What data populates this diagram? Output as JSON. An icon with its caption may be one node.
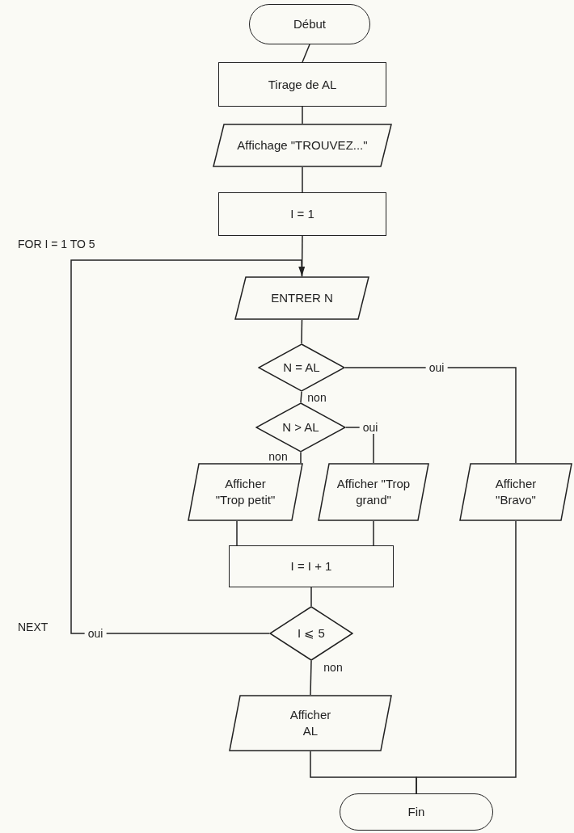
{
  "diagram": {
    "nodes": [
      {
        "text": [
          "Début"
        ]
      },
      {
        "text": [
          "Tirage de AL"
        ]
      },
      {
        "text": [
          "Affichage \"TROUVEZ...\""
        ]
      },
      {
        "text": [
          "I = 1"
        ]
      },
      {
        "text": [
          "ENTRER N"
        ]
      },
      {
        "text": [
          "N = AL"
        ]
      },
      {
        "text": [
          "N > AL"
        ]
      },
      {
        "text": [
          "Afficher \"Trop petit\""
        ]
      },
      {
        "text": [
          "Afficher \"Trop grand\""
        ]
      },
      {
        "text": [
          "Afficher \"Bravo\""
        ]
      },
      {
        "text": [
          "I = I + 1"
        ]
      },
      {
        "text": [
          "I ⩽ 5"
        ]
      },
      {
        "text": [
          "Afficher AL"
        ]
      },
      {
        "text": [
          "Fin"
        ]
      }
    ],
    "edges": [
      {
        "from": 0,
        "to": 1,
        "arrow": "none"
      },
      {
        "from": 1,
        "to": 2,
        "arrow": "none"
      },
      {
        "from": 2,
        "to": 3,
        "arrow": "none"
      },
      {
        "from": 3,
        "to": 4,
        "arrow": "none"
      },
      {
        "from": 4,
        "to": 5,
        "arrow": "none"
      },
      {
        "from": 5,
        "to": 9,
        "arrow": "none",
        "label": "oui"
      },
      {
        "from": 5,
        "to": 6,
        "arrow": "none",
        "label": "non"
      },
      {
        "from": 6,
        "to": 8,
        "arrow": "none",
        "label": "oui"
      },
      {
        "from": 6,
        "to": 7,
        "arrow": "none",
        "label": "non"
      },
      {
        "from": 7,
        "to": 10,
        "arrow": "none"
      },
      {
        "from": 8,
        "to": 10,
        "arrow": "none"
      },
      {
        "from": 10,
        "to": 11,
        "arrow": "none"
      },
      {
        "from": 11,
        "to": 4,
        "arrow": "to",
        "label": "oui"
      },
      {
        "from": 11,
        "to": 12,
        "arrow": "none",
        "label": "non"
      },
      {
        "from": 12,
        "to": 13,
        "arrow": "none"
      },
      {
        "from": 9,
        "to": 13,
        "arrow": "none"
      }
    ],
    "labels": [
      "FOR I = 1 TO 5",
      "NEXT"
    ]
  }
}
